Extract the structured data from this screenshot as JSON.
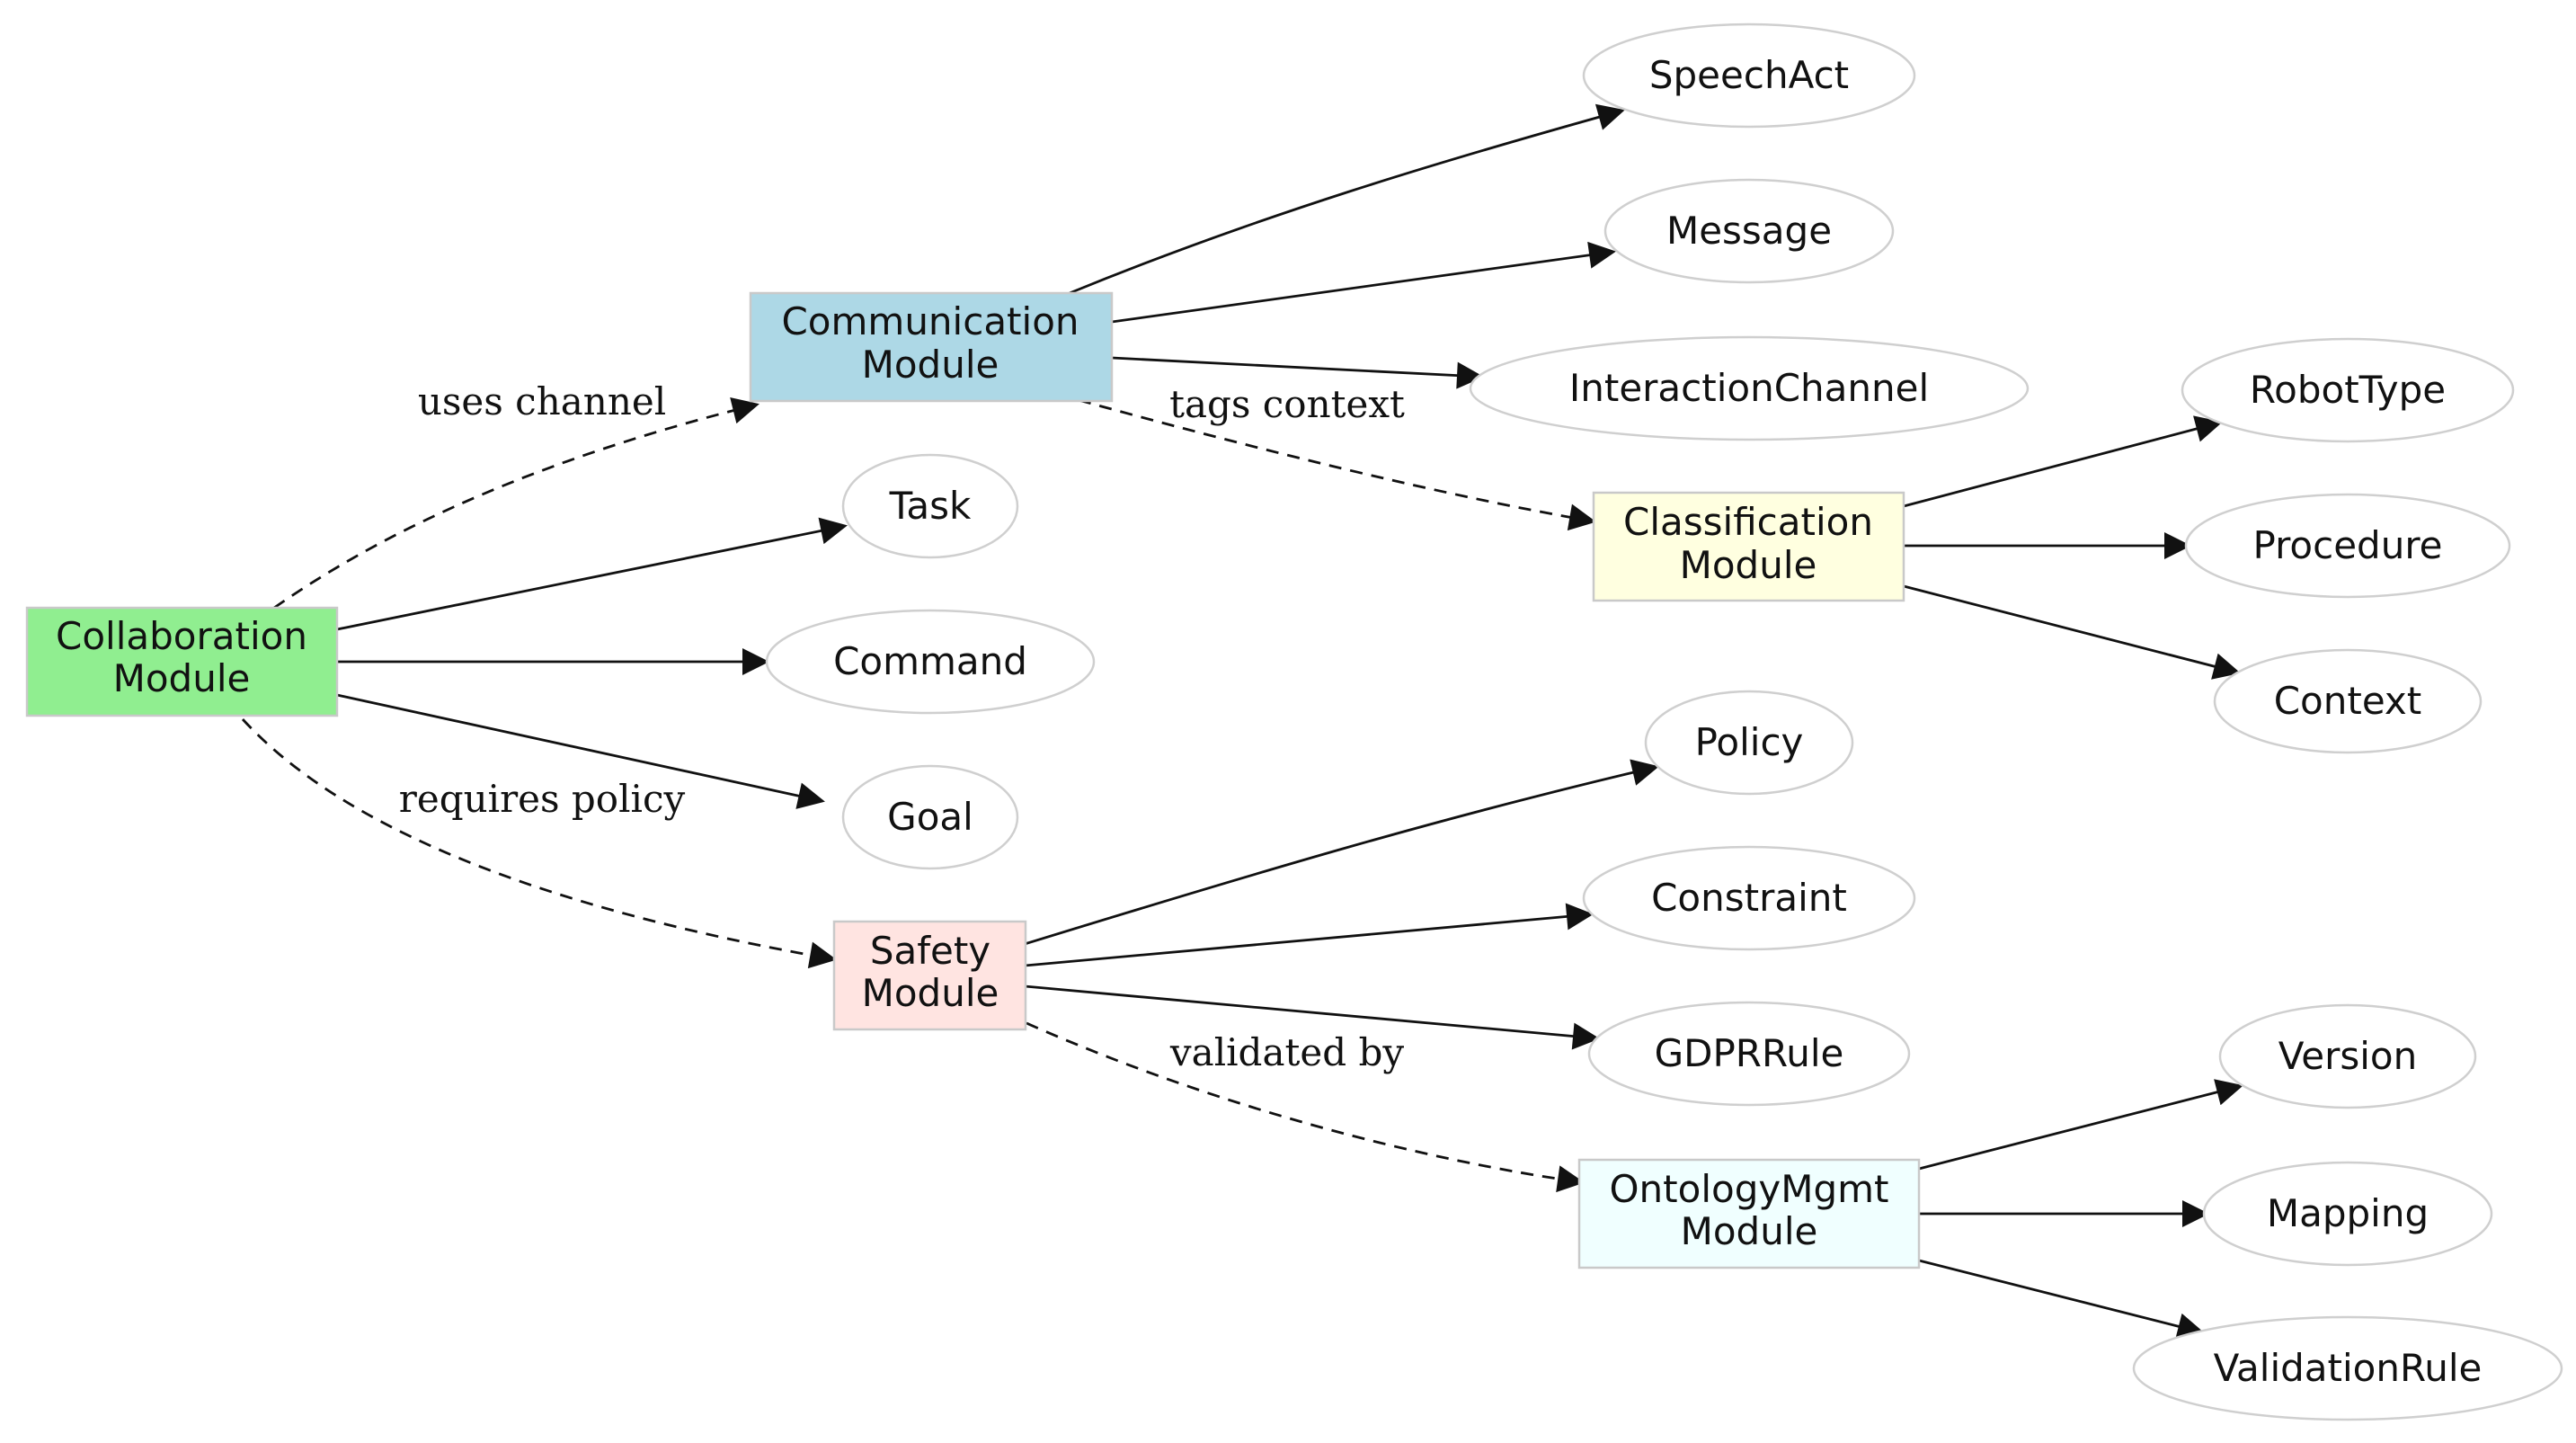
{
  "modules": {
    "collaboration": {
      "line1": "Collaboration",
      "line2": "Module",
      "color": "#90ee90"
    },
    "communication": {
      "line1": "Communication",
      "line2": "Module",
      "color": "#add8e6"
    },
    "classification": {
      "line1": "Classification",
      "line2": "Module",
      "color": "#ffffe0"
    },
    "safety": {
      "line1": "Safety",
      "line2": "Module",
      "color": "#ffe4e1"
    },
    "ontology": {
      "line1": "OntologyMgmt",
      "line2": "Module",
      "color": "#f0ffff"
    }
  },
  "concepts": {
    "speechact": "SpeechAct",
    "message": "Message",
    "interactionchannel": "InteractionChannel",
    "robottype": "RobotType",
    "procedure": "Procedure",
    "context": "Context",
    "task": "Task",
    "command": "Command",
    "goal": "Goal",
    "policy": "Policy",
    "constraint": "Constraint",
    "gdprrule": "GDPRRule",
    "version": "Version",
    "mapping": "Mapping",
    "validationrule": "ValidationRule"
  },
  "edge_labels": {
    "uses_channel": "uses channel",
    "tags_context": "tags context",
    "requires_policy": "requires policy",
    "validated_by": "validated by"
  }
}
